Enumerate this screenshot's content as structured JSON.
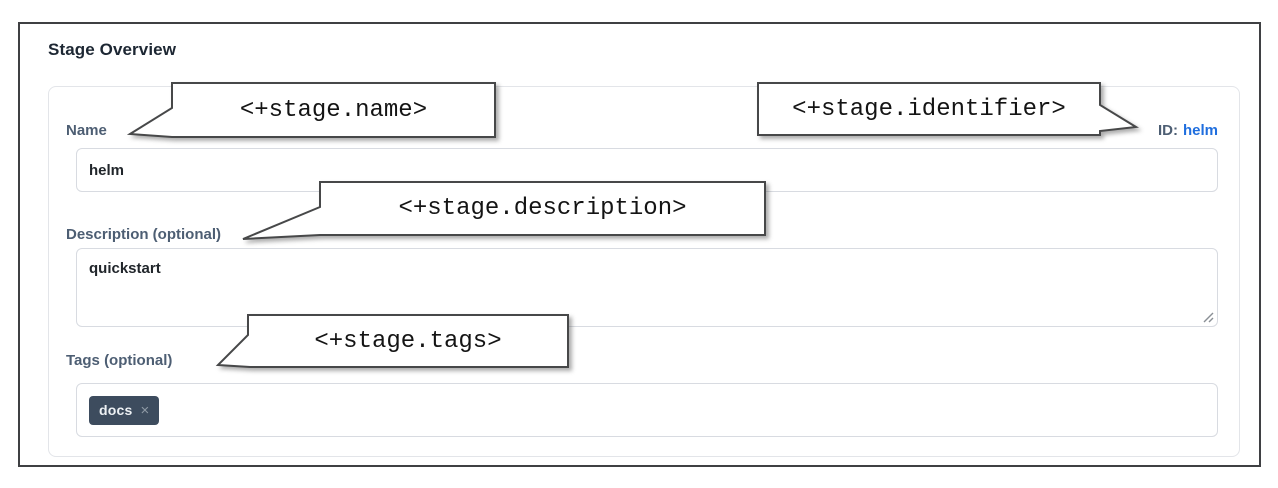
{
  "page": {
    "title": "Stage Overview"
  },
  "form": {
    "name": {
      "label": "Name",
      "value": "helm"
    },
    "identifier": {
      "label": "ID:",
      "value": "helm"
    },
    "description": {
      "label": "Description (optional)",
      "value": "quickstart"
    },
    "tags": {
      "label": "Tags (optional)",
      "chips": [
        {
          "text": "docs",
          "remove": "×"
        }
      ]
    }
  },
  "callouts": [
    {
      "target": "name",
      "text": "<+stage.name>"
    },
    {
      "target": "identifier",
      "text": "<+stage.identifier>"
    },
    {
      "target": "description",
      "text": "<+stage.description>"
    },
    {
      "target": "tags",
      "text": "<+stage.tags>"
    }
  ],
  "colors": {
    "frame_border": "#3f4043",
    "label": "#4d5e73",
    "link": "#1f6ede",
    "input_border": "#d8dbe1",
    "chip_bg": "#3d4c5e",
    "callout_border": "#474849"
  }
}
